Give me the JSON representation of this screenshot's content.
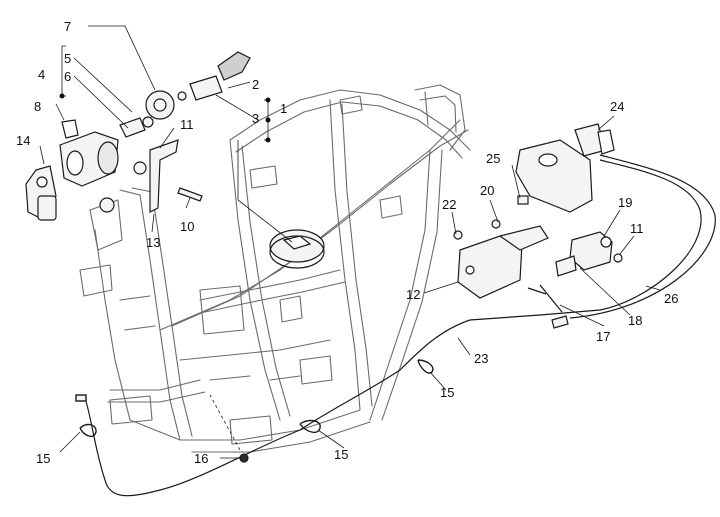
{
  "diagram": {
    "callouts": {
      "c1": "1",
      "c2": "2",
      "c3": "3",
      "c4": "4",
      "c5": "5",
      "c6": "6",
      "c7": "7",
      "c8": "8",
      "c10": "10",
      "c11a": "11",
      "c11b": "11",
      "c12": "12",
      "c13": "13",
      "c14": "14",
      "c15a": "15",
      "c15b": "15",
      "c15c": "15",
      "c16": "16",
      "c17": "17",
      "c18": "18",
      "c19": "19",
      "c20": "20",
      "c22": "22",
      "c23": "23",
      "c24": "24",
      "c25": "25",
      "c26": "26"
    },
    "colors": {
      "line": "#1a1a1a",
      "frame": "#6b6b6b",
      "part_fill": "#f4f4f4",
      "dark": "#2b2b2b"
    }
  }
}
